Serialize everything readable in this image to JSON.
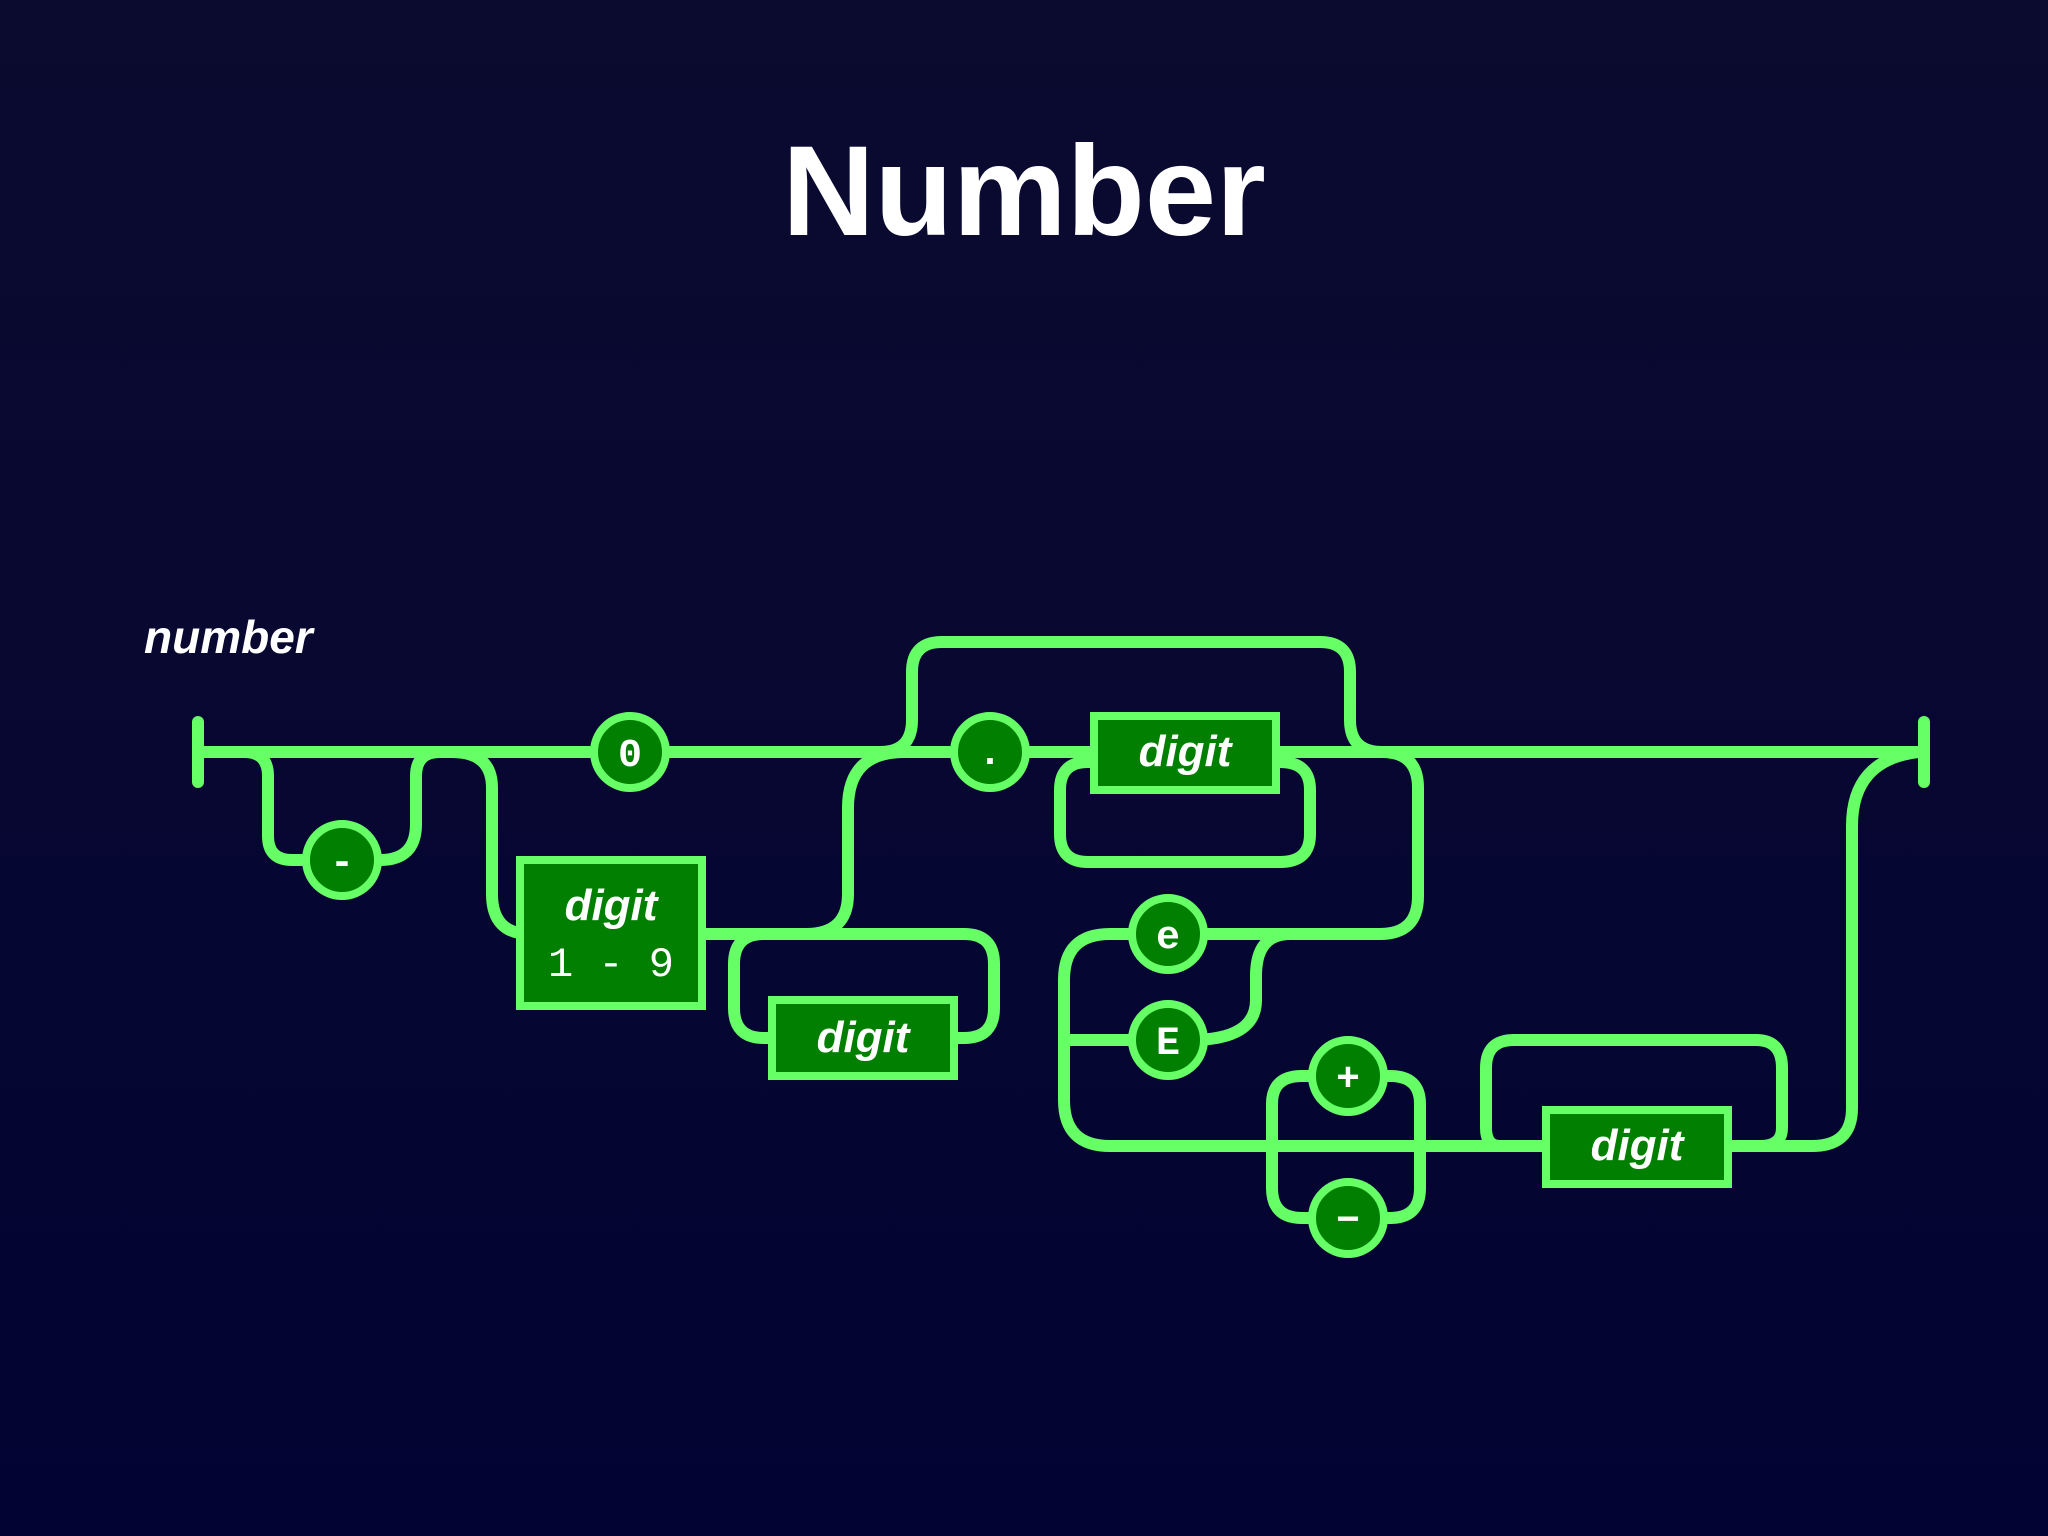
{
  "title": "Number",
  "rule_name": "number",
  "colors": {
    "background": "#0b0b30",
    "track": "#66ff66",
    "node_fill": "#007f00",
    "text": "#ffffff"
  },
  "nodes": {
    "minus": "-",
    "zero": "0",
    "digit_1_9_label": "digit",
    "digit_1_9_range": "1 - 9",
    "int_digit": "digit",
    "dot": ".",
    "frac_digit": "digit",
    "e_lower": "e",
    "e_upper": "E",
    "plus": "+",
    "exp_minus": "−",
    "exp_digit": "digit"
  }
}
